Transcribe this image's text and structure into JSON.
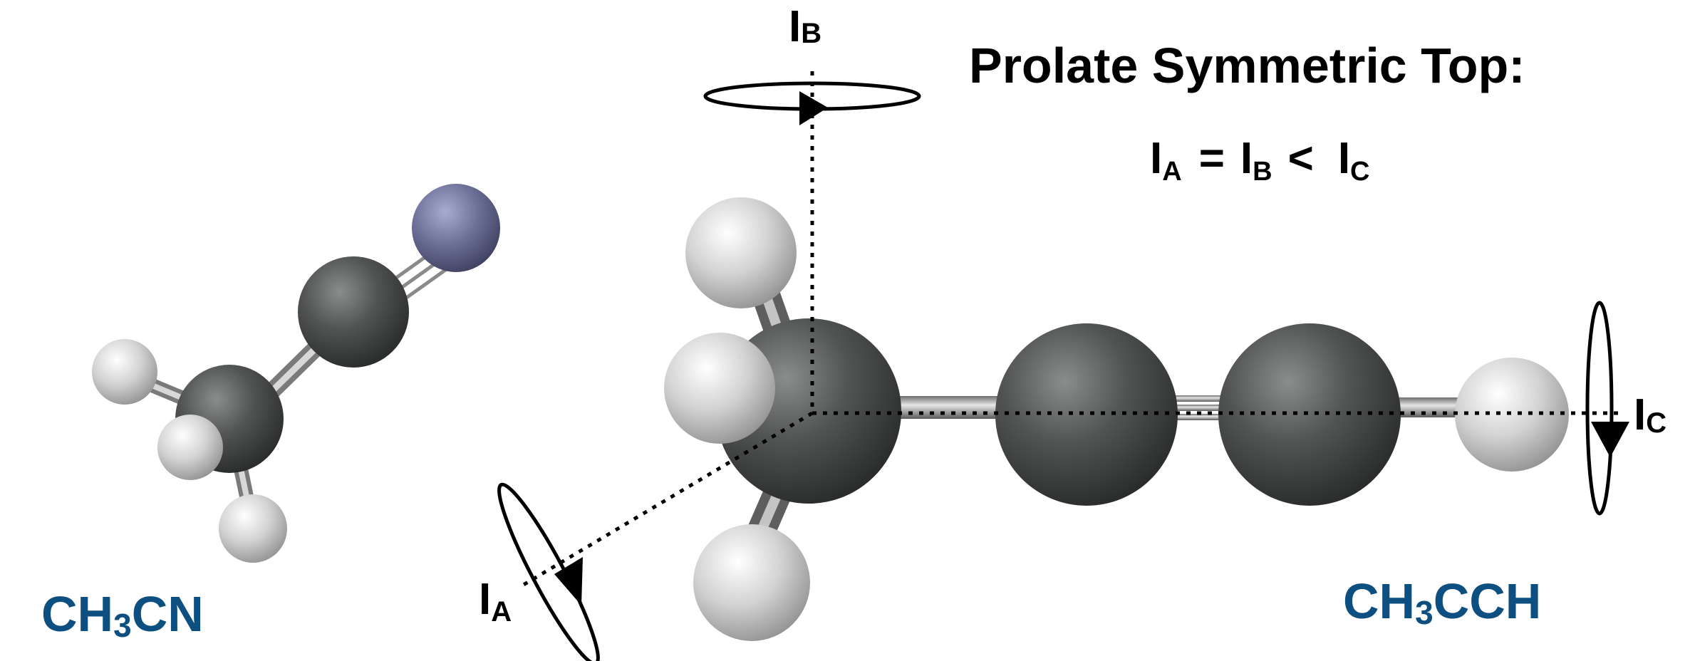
{
  "title": "Prolate Symmetric Top:",
  "relation": {
    "a_base": "I",
    "a_sub": "A",
    "eq": "=",
    "b_base": "I",
    "b_sub": "B",
    "lt": "<",
    "c_base": "I",
    "c_sub": "C"
  },
  "axes": {
    "a": {
      "base": "I",
      "sub": "A"
    },
    "b": {
      "base": "I",
      "sub": "B"
    },
    "c": {
      "base": "I",
      "sub": "C"
    }
  },
  "molecules": {
    "left": {
      "p1": "CH",
      "sub": "3",
      "p2": "CN"
    },
    "right": {
      "p1": "CH",
      "sub": "3",
      "p2": "CCH"
    }
  },
  "colors": {
    "text": "#000000",
    "molecule_label": "#0d4f80",
    "carbon": "#4a4d4c",
    "hydrogen": "#d4d4d4",
    "nitrogen": "#6e7399",
    "bond": "#a5a5a5"
  }
}
